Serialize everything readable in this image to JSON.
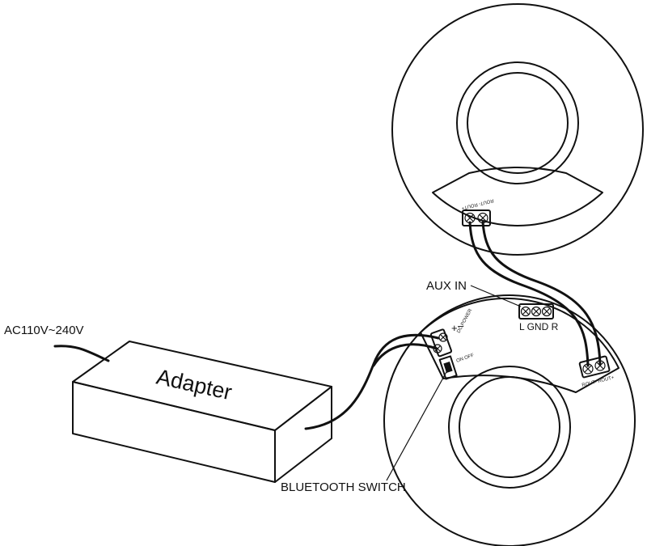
{
  "labels": {
    "ac_input": "AC110V~240V",
    "adapter": "Adapter",
    "aux_in": "AUX IN",
    "aux_pins": "L GND R",
    "bluetooth_switch": "BLUETOOTH SWITCH",
    "dc_plus": "+",
    "dc_minus": "–",
    "dc_power": "DC POWER",
    "switch_on_off": "ON  OFF",
    "speaker_out": "ROUT- ROUT+",
    "speaker_in": "ROUT- ROUT+"
  },
  "colors": {
    "line": "#111111",
    "background": "#ffffff"
  }
}
